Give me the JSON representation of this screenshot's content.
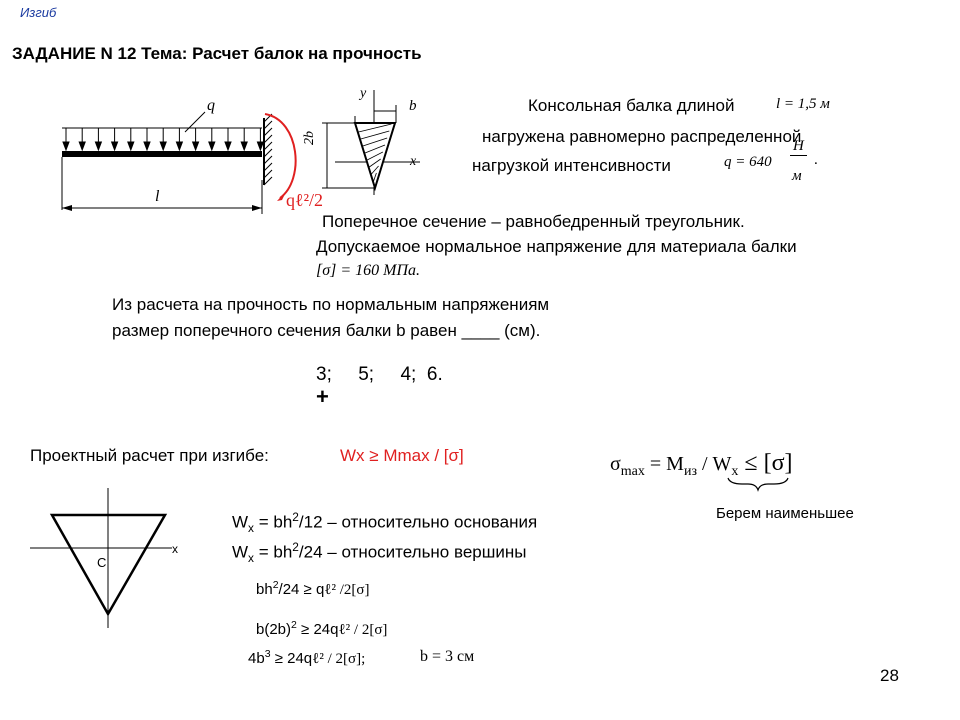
{
  "header": {
    "section": "Изгиб",
    "task_title": "ЗАДАНИЕ N 12 Тема: Расчет балок на прочность"
  },
  "figure": {
    "load_label": "q",
    "length_label": "l",
    "axis_y": "y",
    "axis_x": "x",
    "dim_b": "b",
    "dim_2b": "2b",
    "moment_label": "qℓ²/2"
  },
  "problem": {
    "line1": "Консольная балка длиной",
    "length_formula": "l = 1,5 м",
    "line2": "нагружена равномерно распределенной",
    "line3": "нагрузкой интенсивности",
    "q_formula": "q = 640",
    "q_num": "Н",
    "q_den": "м",
    "q_dot": ".",
    "line4": "Поперечное сечение – равнобедренный треугольник.",
    "line5": "Допускаемое нормальное напряжение для материала балки",
    "sigma_formula": "[σ] = 160 МПа.",
    "question1": "Из расчета на прочность по нормальным напряжениям",
    "question2": "размер поперечного сечения балки b равен ____ (см).",
    "answers": "3;     5;     4;  6.",
    "correct_mark": "+"
  },
  "solution": {
    "design_label": "Проектный расчет при изгибе:",
    "design_formula": "Wx ≥ Mmax / [σ]",
    "sigma_max": "σ",
    "sigma_max_sub": "max",
    "eq_m": " = M",
    "m_sub": "из",
    "eq_w": " / W",
    "w_sub": "x",
    "leq": " ≤ [σ]",
    "choose": "Берем наименьшее",
    "tri_c": "C",
    "tri_x": "x",
    "wx1_a": "W",
    "wx1_sub": "x",
    "wx1_b": " = bh",
    "wx1_sup": "2",
    "wx1_c": "/12 – относительно основания",
    "wx2_a": "W",
    "wx2_sub": "x",
    "wx2_b": " = bh",
    "wx2_sup": "2",
    "wx2_c": "/24 – относительно вершины",
    "step1_a": "bh",
    "step1_sup": "2",
    "step1_b": "/24 ≥ q",
    "step1_c": "ℓ² /2[σ]",
    "step2_a": "b(2b)",
    "step2_sup": "2",
    "step2_b": " ≥ 24q",
    "step2_c": "ℓ² / 2[σ]",
    "step3_a": "4b",
    "step3_sup": "3",
    "step3_b": " ≥ 24q",
    "step3_c": "ℓ² / 2[σ];",
    "result": "b = 3 см"
  },
  "footer": {
    "page_number": "28"
  },
  "colors": {
    "header_blue": "#1a3aa0",
    "arc_red": "#e02020"
  }
}
